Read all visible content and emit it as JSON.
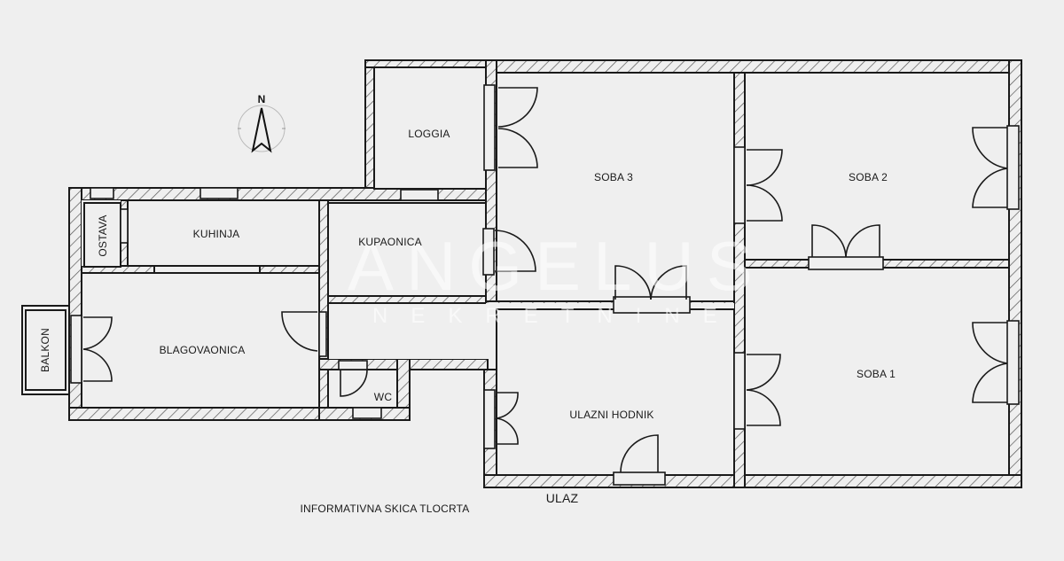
{
  "plan": {
    "caption": "INFORMATIVNA SKICA TLOCRTA",
    "entrance_label": "ULAZ",
    "compass": {
      "north_label": "N"
    },
    "watermark": {
      "brand": "ANGELUS",
      "subtitle": "NEKRETNINE"
    },
    "colors": {
      "background": "#efefef",
      "wall_line": "#1a1a1a",
      "hatch": "#555555"
    },
    "rooms": [
      {
        "id": "loggia",
        "label": "LOGGIA"
      },
      {
        "id": "soba3",
        "label": "SOBA 3"
      },
      {
        "id": "soba2",
        "label": "SOBA 2"
      },
      {
        "id": "soba1",
        "label": "SOBA 1"
      },
      {
        "id": "ostava",
        "label": "OSTAVA"
      },
      {
        "id": "kuhinja",
        "label": "KUHINJA"
      },
      {
        "id": "kupaonica",
        "label": "KUPAONICA"
      },
      {
        "id": "balkon",
        "label": "BALKON"
      },
      {
        "id": "blagovaonica",
        "label": "BLAGOVAONICA"
      },
      {
        "id": "wc",
        "label": "WC"
      },
      {
        "id": "ulazni_hodnik",
        "label": "ULAZNI HODNIK"
      }
    ]
  }
}
